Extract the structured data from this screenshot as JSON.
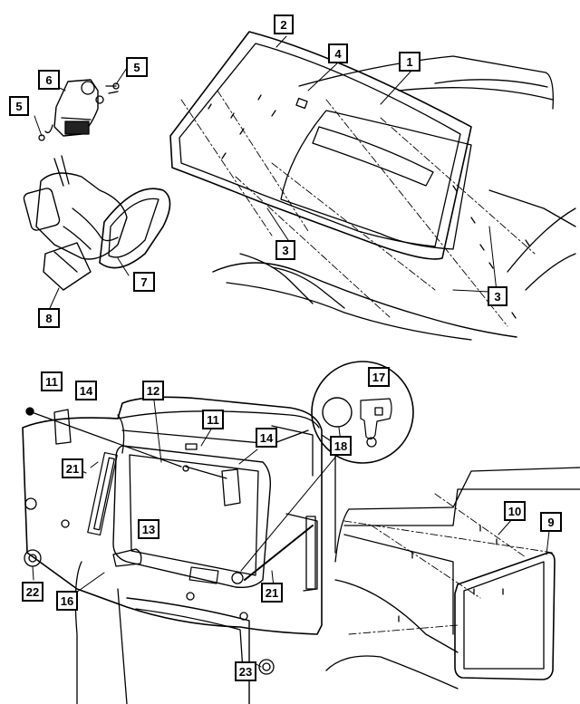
{
  "diagram": {
    "callouts": [
      {
        "id": "c1",
        "label": "1"
      },
      {
        "id": "c2",
        "label": "2"
      },
      {
        "id": "c3a",
        "label": "3"
      },
      {
        "id": "c3b",
        "label": "3"
      },
      {
        "id": "c4",
        "label": "4"
      },
      {
        "id": "c5a",
        "label": "5"
      },
      {
        "id": "c5b",
        "label": "5"
      },
      {
        "id": "c6",
        "label": "6"
      },
      {
        "id": "c7",
        "label": "7"
      },
      {
        "id": "c8",
        "label": "8"
      },
      {
        "id": "c9",
        "label": "9"
      },
      {
        "id": "c10",
        "label": "10"
      },
      {
        "id": "c11a",
        "label": "11"
      },
      {
        "id": "c11b",
        "label": "11"
      },
      {
        "id": "c12",
        "label": "12"
      },
      {
        "id": "c13",
        "label": "13"
      },
      {
        "id": "c14a",
        "label": "14"
      },
      {
        "id": "c14b",
        "label": "14"
      },
      {
        "id": "c16",
        "label": "16"
      },
      {
        "id": "c17",
        "label": "17"
      },
      {
        "id": "c18",
        "label": "18"
      },
      {
        "id": "c21a",
        "label": "21"
      },
      {
        "id": "c21b",
        "label": "21"
      },
      {
        "id": "c22",
        "label": "22"
      },
      {
        "id": "c23",
        "label": "23"
      }
    ]
  }
}
